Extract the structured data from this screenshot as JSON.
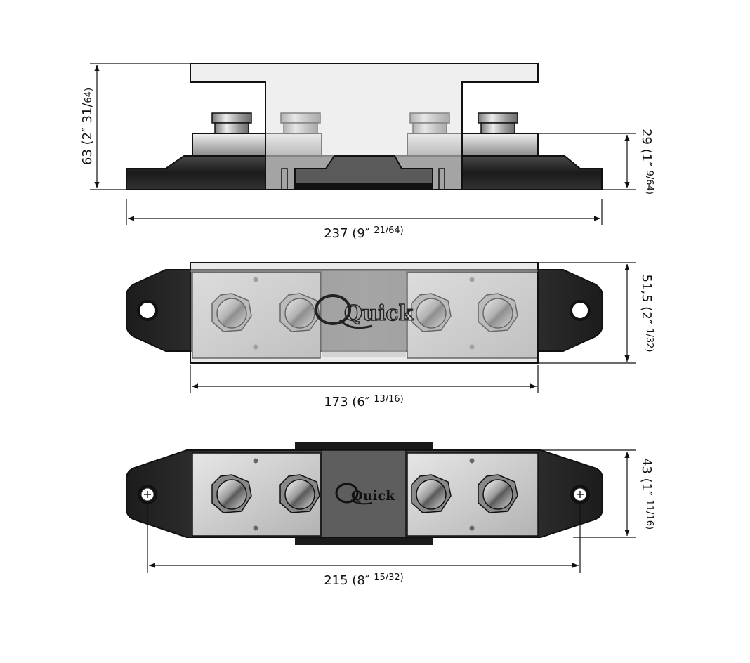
{
  "dimensions": {
    "overall_height": {
      "main": "63 (2″ 31/",
      "frac": "64)"
    },
    "base_height": {
      "main": "29 (1″ ",
      "frac": "9/64)"
    },
    "overall_length": {
      "main": "237 (9″ ",
      "frac": "21/64)"
    },
    "width_top": {
      "main": "51,5 (2″ ",
      "frac": "1/32)"
    },
    "cover_length": {
      "main": "173 (6″ ",
      "frac": "13/16)"
    },
    "width_base": {
      "main": "43 (1″ ",
      "frac": "11/16)"
    },
    "hole_spacing": {
      "main": "215 (8″ ",
      "frac": "15/32)"
    }
  },
  "brand": {
    "logo_text": "Quick"
  },
  "colors": {
    "line": "#111111",
    "dark": "#2a2a2a",
    "metal": "#c8c8c8",
    "cover": "#d6d6d6"
  }
}
